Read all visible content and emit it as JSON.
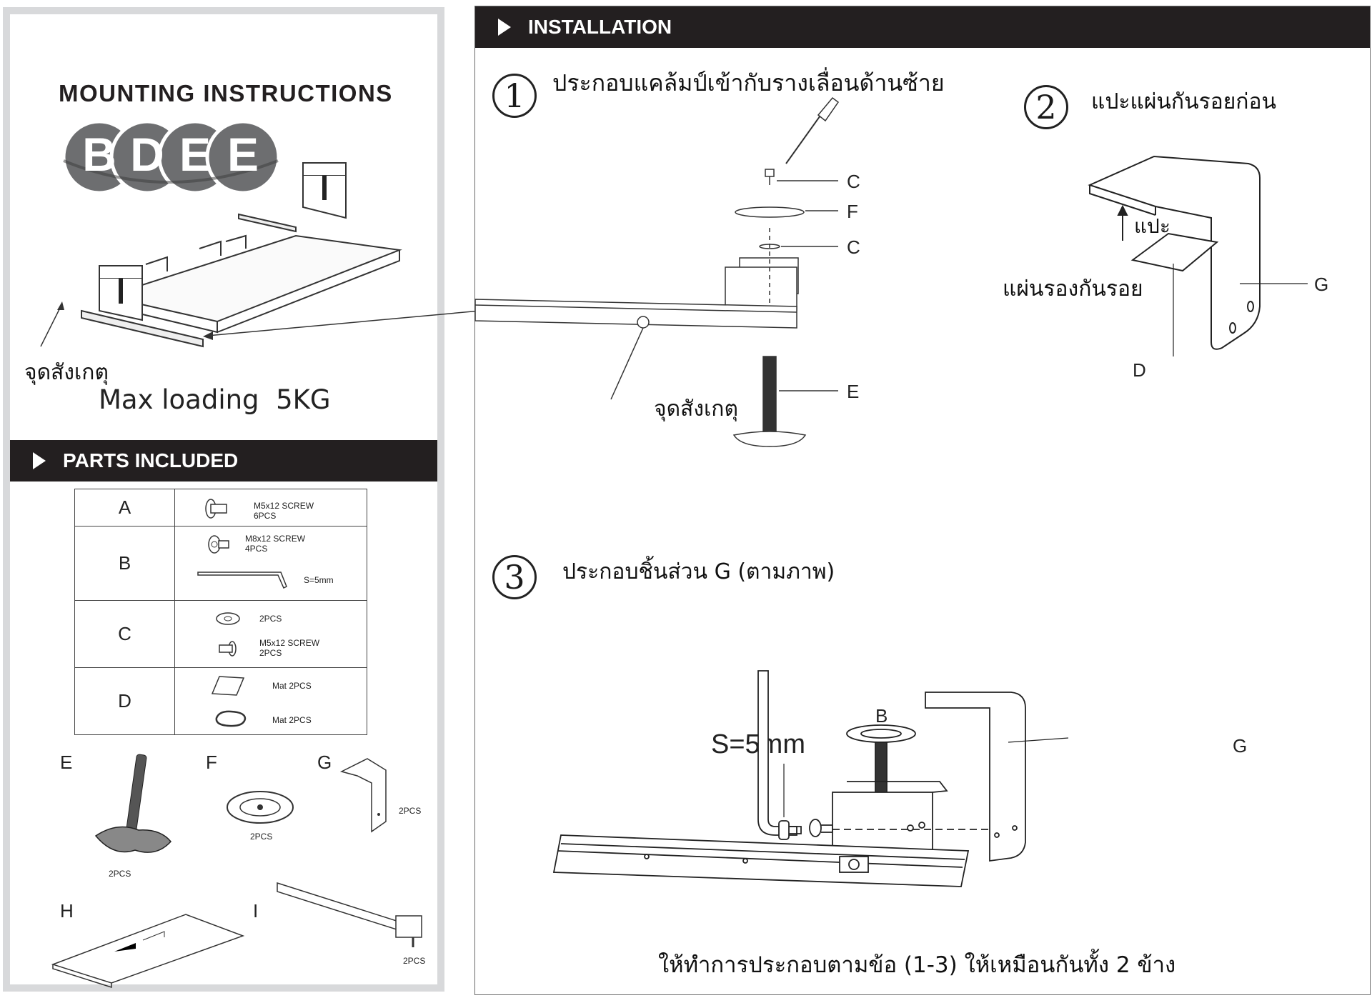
{
  "left": {
    "title": "MOUNTING INSTRUCTIONS",
    "logo_letters": [
      "B",
      "D",
      "E",
      "E"
    ],
    "observation_label": "จุดสังเกตุ",
    "max_loading": "Max loading  5KG",
    "parts_header": "PARTS INCLUDED",
    "parts_table": [
      {
        "label": "A",
        "items": [
          {
            "name": "M5x12 SCREW",
            "qty": "6PCS"
          }
        ]
      },
      {
        "label": "B",
        "items": [
          {
            "name": "M8x12 SCREW",
            "qty": "4PCS"
          },
          {
            "name": "S=5mm",
            "qty": ""
          }
        ]
      },
      {
        "label": "C",
        "items": [
          {
            "name": "",
            "qty": "2PCS"
          },
          {
            "name": "M5x12 SCREW",
            "qty": "2PCS"
          }
        ]
      },
      {
        "label": "D",
        "items": [
          {
            "name": "Mat",
            "qty": "2PCS"
          },
          {
            "name": "Mat",
            "qty": "2PCS"
          }
        ]
      }
    ],
    "loose_parts": [
      {
        "label": "E",
        "qty": "2PCS"
      },
      {
        "label": "F",
        "qty": "2PCS"
      },
      {
        "label": "G",
        "qty": "2PCS"
      },
      {
        "label": "H",
        "qty": ""
      },
      {
        "label": "I",
        "qty": "2PCS"
      }
    ]
  },
  "right": {
    "header": "INSTALLATION",
    "step1": {
      "number": "1",
      "text": "ประกอบแคล้มป์เข้ากับรางเลื่อนด้านซ้าย",
      "callouts": [
        "C",
        "F",
        "C",
        "E"
      ],
      "observation_label": "จุดสังเกตุ"
    },
    "step2": {
      "number": "2",
      "text": "แปะแผ่นกันรอยก่อน",
      "stick_label": "แปะ",
      "pad_label": "แผ่นรองกันรอย",
      "callouts": [
        "G",
        "D"
      ]
    },
    "step3": {
      "number": "3",
      "text": "ประกอบชิ้นส่วน G (ตามภาพ)",
      "wrench_size": "S=5mm",
      "callouts": [
        "B",
        "G"
      ]
    },
    "footer_note": "ให้ทำการประกอบตามข้อ (1-3) ให้เหมือนกันทั้ง 2 ข้าง"
  },
  "colors": {
    "header_bg": "#231f20",
    "frame_gray": "#d8d9db",
    "logo_gray": "#6d6e70"
  }
}
